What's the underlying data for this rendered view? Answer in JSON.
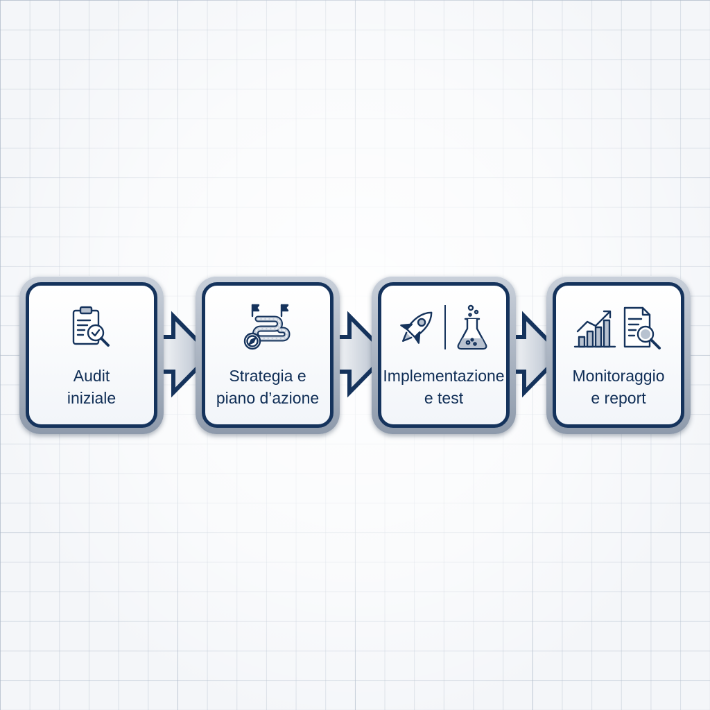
{
  "colors": {
    "navy": "#15335c",
    "text": "#0f2d55",
    "accent_light": "#b8c2d0",
    "background": "#f4f6f9"
  },
  "steps": [
    {
      "line1": "Audit",
      "line2": "iniziale",
      "icons": [
        "clipboard-check-magnifier-icon"
      ]
    },
    {
      "line1": "Strategia e",
      "line2": "piano d’azione",
      "icons": [
        "roadmap-flags-compass-icon"
      ]
    },
    {
      "line1": "Implementazione",
      "line2": "e test",
      "icons": [
        "rocket-icon",
        "flask-icon"
      ]
    },
    {
      "line1": "Monitoraggio",
      "line2": "e report",
      "icons": [
        "growth-chart-icon",
        "report-magnifier-icon"
      ]
    }
  ],
  "connectors": [
    "arrow-right-icon",
    "arrow-right-icon",
    "arrow-right-icon"
  ]
}
